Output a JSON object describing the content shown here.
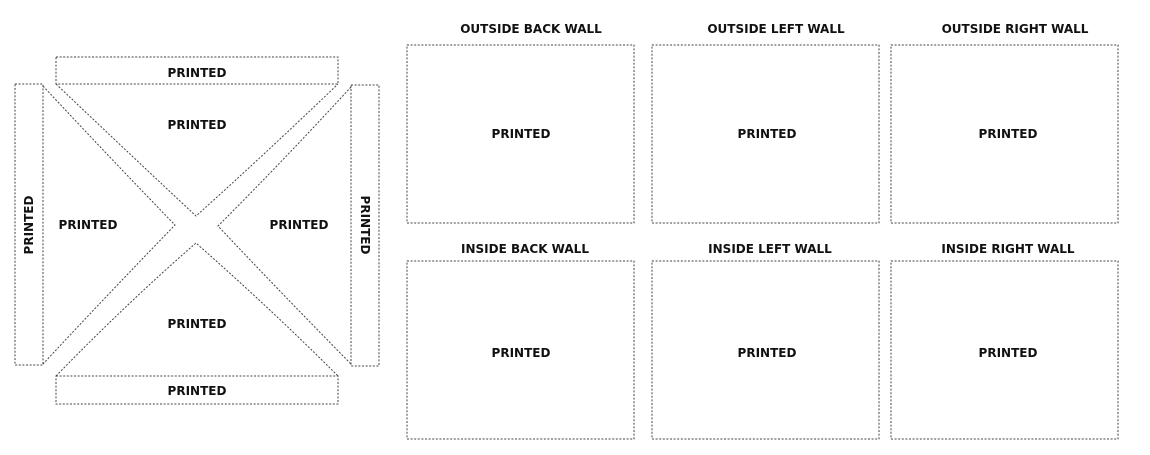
{
  "template": {
    "flap_top": "PRINTED",
    "flap_bottom": "PRINTED",
    "flap_left": "PRINTED",
    "flap_right": "PRINTED",
    "wedge_top": "PRINTED",
    "wedge_bottom": "PRINTED",
    "wedge_left": "PRINTED",
    "wedge_right": "PRINTED"
  },
  "panels": [
    {
      "title": "OUTSIDE BACK WALL",
      "content": "PRINTED"
    },
    {
      "title": "OUTSIDE LEFT WALL",
      "content": "PRINTED"
    },
    {
      "title": "OUTSIDE RIGHT WALL",
      "content": "PRINTED"
    },
    {
      "title": "INSIDE BACK WALL",
      "content": "PRINTED"
    },
    {
      "title": "INSIDE LEFT WALL",
      "content": "PRINTED"
    },
    {
      "title": "INSIDE RIGHT WALL",
      "content": "PRINTED"
    }
  ]
}
